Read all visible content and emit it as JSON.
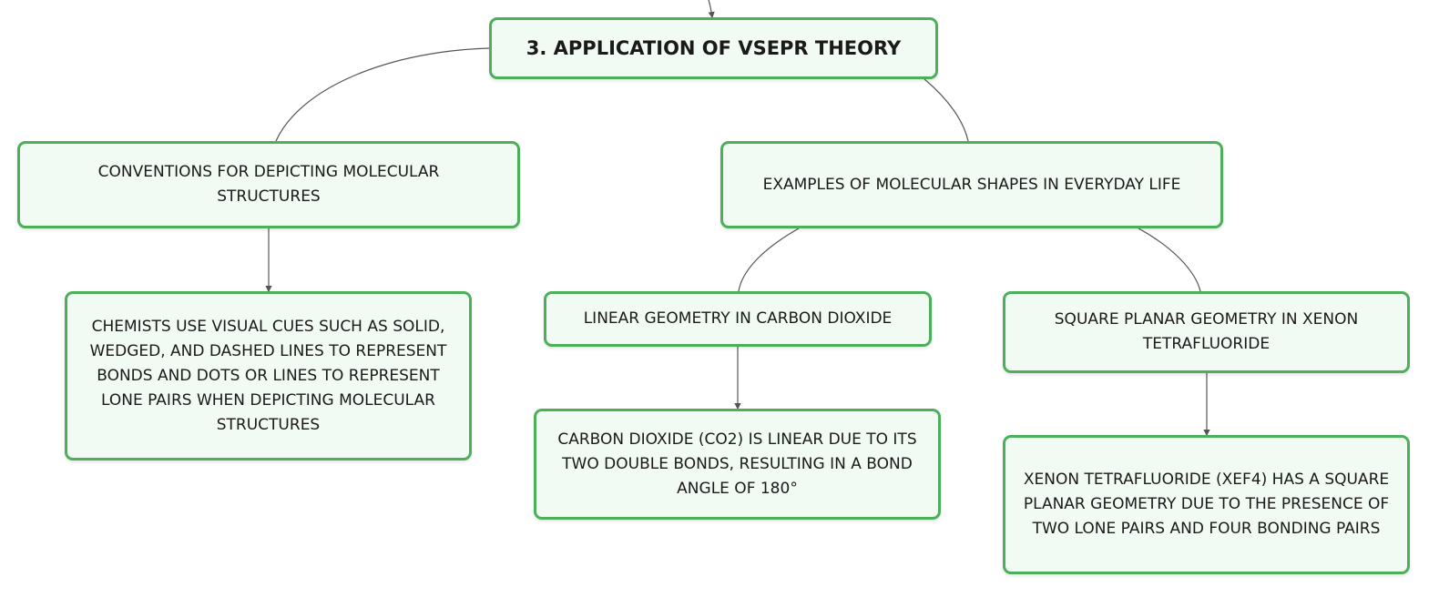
{
  "diagram": {
    "root": {
      "label": "3. APPLICATION OF VSEPR THEORY"
    },
    "conventions": {
      "label": "CONVENTIONS FOR DEPICTING MOLECULAR STRUCTURES"
    },
    "conventions_detail": {
      "label": "CHEMISTS USE VISUAL CUES SUCH AS SOLID, WEDGED, AND DASHED LINES TO REPRESENT BONDS AND DOTS OR LINES TO REPRESENT LONE PAIRS WHEN DEPICTING MOLECULAR STRUCTURES"
    },
    "examples": {
      "label": "EXAMPLES OF MOLECULAR SHAPES IN EVERYDAY LIFE"
    },
    "linear": {
      "label": "LINEAR GEOMETRY IN CARBON DIOXIDE"
    },
    "linear_detail": {
      "label": "CARBON DIOXIDE (CO2) IS LINEAR DUE TO ITS TWO DOUBLE BONDS, RESULTING IN A BOND ANGLE OF 180°"
    },
    "square": {
      "label": "SQUARE PLANAR GEOMETRY IN XENON TETRAFLUORIDE"
    },
    "square_detail": {
      "label": "XENON TETRAFLUORIDE (XEF4) HAS A SQUARE PLANAR GEOMETRY DUE TO THE PRESENCE OF TWO LONE PAIRS AND FOUR BONDING PAIRS"
    }
  },
  "colors": {
    "node_border": "#4caf59",
    "node_fill": "#f1faf3",
    "connector": "#555555"
  }
}
